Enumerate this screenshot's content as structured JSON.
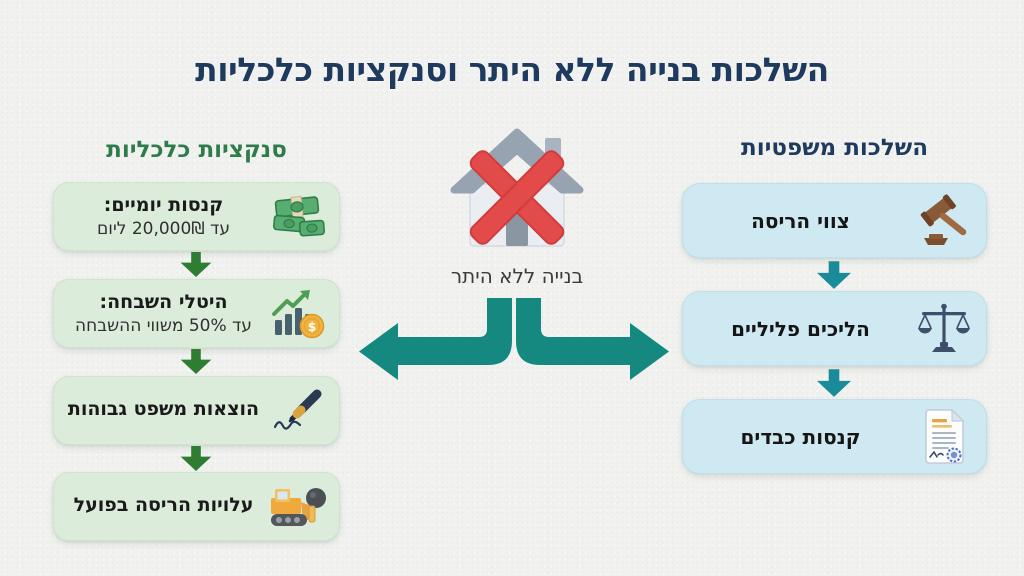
{
  "title": "השלכות בנייה ללא היתר וסנקציות כלכליות",
  "center": {
    "caption": "בנייה ללא היתר",
    "icon": "house-with-red-x-icon"
  },
  "left_column": {
    "header": "סנקציות כלכליות",
    "items": [
      {
        "title": "קנסות יומיים:",
        "subtitle": "עד 20,000₪ ליום",
        "icon": "money-stack-icon"
      },
      {
        "title": "היטלי השבחה:",
        "subtitle": "עד 50% משווי ההשבחה",
        "icon": "growth-chart-coin-icon"
      },
      {
        "title": "הוצאות משפט גבוהות",
        "subtitle": "",
        "icon": "pen-signature-icon"
      },
      {
        "title": "עלויות הריסה בפועל",
        "subtitle": "",
        "icon": "bulldozer-wrecking-ball-icon"
      }
    ]
  },
  "right_column": {
    "header": "השלכות משפטיות",
    "items": [
      {
        "label": "צווי הריסה",
        "icon": "gavel-icon"
      },
      {
        "label": "הליכים פליליים",
        "icon": "scales-of-justice-icon"
      },
      {
        "label": "קנסות כבדים",
        "icon": "fine-document-seal-icon"
      }
    ]
  },
  "colors": {
    "background": "#f1f2ef",
    "title_navy": "#1e3a5e",
    "green_header": "#2e7b4b",
    "green_arrow": "#2e7d32",
    "left_card_bg": "#dcecdb",
    "right_card_bg": "#cfe9f2",
    "teal_arrow": "#1a8c99",
    "split_arrow_teal": "#15897f",
    "x_red": "#e24b4a"
  }
}
